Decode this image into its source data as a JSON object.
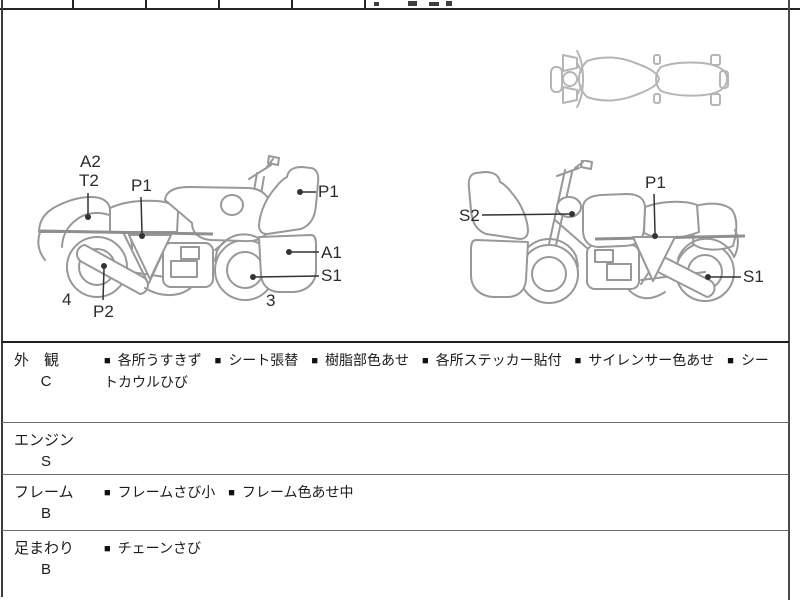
{
  "colors": {
    "line_dark": "#242424",
    "separator": "#6b6b6b",
    "sketch": "#989898",
    "sketch_light": "#b5b5b5",
    "annotation": "#333333"
  },
  "diagrams": {
    "left_view": {
      "labels": [
        {
          "id": "a2",
          "text": "A2"
        },
        {
          "id": "t2",
          "text": "T2"
        },
        {
          "id": "p1-seat",
          "text": "P1"
        },
        {
          "id": "p1-cowl",
          "text": "P1"
        },
        {
          "id": "a1",
          "text": "A1"
        },
        {
          "id": "s1",
          "text": "S1"
        },
        {
          "id": "p2",
          "text": "P2"
        }
      ],
      "numbers": [
        {
          "id": "rear",
          "text": "4"
        },
        {
          "id": "front",
          "text": "3"
        }
      ]
    },
    "right_view": {
      "labels": [
        {
          "id": "s2",
          "text": "S2"
        },
        {
          "id": "p1",
          "text": "P1"
        },
        {
          "id": "s1",
          "text": "S1"
        }
      ]
    }
  },
  "inspection_table": {
    "bullet": "■",
    "rows": [
      {
        "part": "外　観",
        "grade": "C",
        "items": [
          "各所うすきず",
          "シート張替",
          "樹脂部色あせ",
          "各所ステッカー貼付",
          "サイレンサー色あせ",
          "シートカウルひび"
        ]
      },
      {
        "part": "エンジン",
        "grade": "S",
        "items": []
      },
      {
        "part": "フレーム",
        "grade": "B",
        "items": [
          "フレームさび小",
          "フレーム色あせ中"
        ]
      },
      {
        "part": "足まわり",
        "grade": "B",
        "items": [
          "チェーンさび"
        ]
      }
    ]
  }
}
